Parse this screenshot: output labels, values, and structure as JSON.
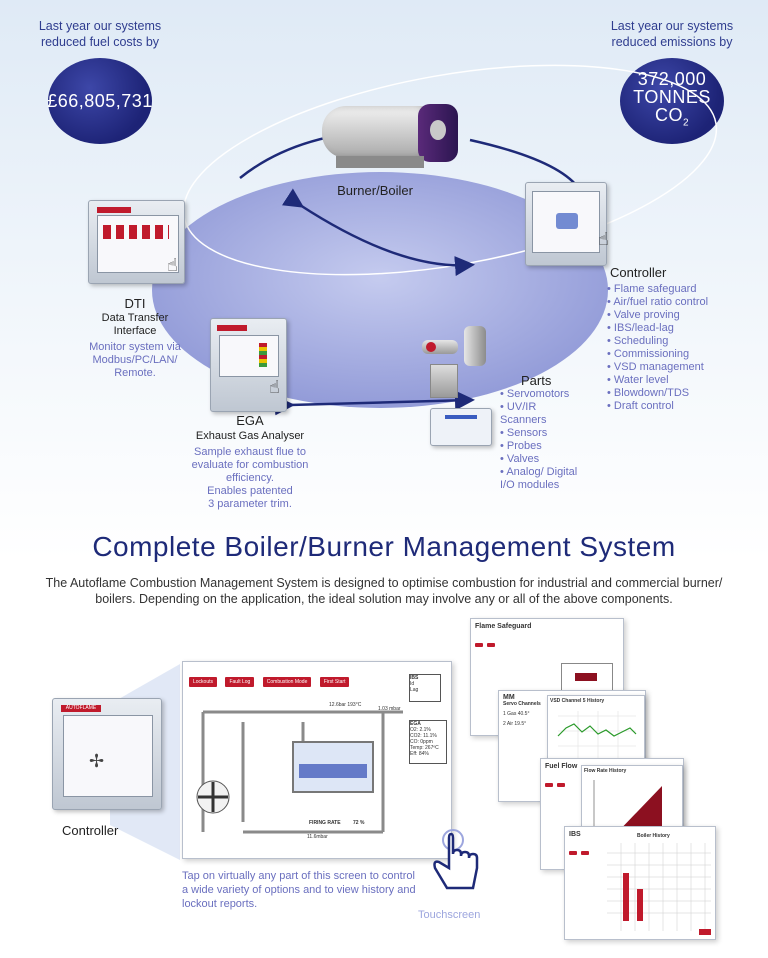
{
  "stats": {
    "left_label": "Last year our systems reduced fuel costs by",
    "left_value": "£66,805,731",
    "right_label": "Last year our systems reduced emissions by",
    "right_value_line1": "372,000",
    "right_value_line2": "TONNES",
    "right_value_line3": "CO",
    "right_value_sub": "2"
  },
  "components": {
    "burner": {
      "title": "Burner/Boiler"
    },
    "controller": {
      "title": "Controller",
      "features": [
        "Flame safeguard",
        "Air/fuel ratio control",
        "Valve proving",
        "IBS/lead-lag",
        "Scheduling",
        "Commissioning",
        "VSD management",
        "Water level",
        "Blowdown/TDS",
        "Draft control"
      ]
    },
    "dti": {
      "title": "DTI",
      "subtitle_line1": "Data Transfer",
      "subtitle_line2": "Interface",
      "desc_line1": "Monitor system via",
      "desc_line2": "Modbus/PC/LAN/",
      "desc_line3": "Remote."
    },
    "ega": {
      "title": "EGA",
      "subtitle": "Exhaust Gas Analyser",
      "desc_line1": "Sample exhaust flue to",
      "desc_line2": "evaluate for combustion",
      "desc_line3": "efficiency.",
      "desc_line4": "Enables patented",
      "desc_line5": "3 parameter trim."
    },
    "parts": {
      "title": "Parts",
      "items": [
        "Servomotors",
        "UV/IR Scanners",
        "Sensors",
        "Probes",
        "Valves",
        "Analog/ Digital I/O modules"
      ]
    }
  },
  "heading": {
    "title": "Complete Boiler/Burner Management System",
    "intro_line1": "The Autoflame Combustion Management System is designed to optimise combustion for industrial and commercial burner/",
    "intro_line2": "boilers. Depending on the application, the ideal solution may involve any or all of the above components."
  },
  "bottom": {
    "controller_label": "Controller",
    "brand": "AUTOFLAME",
    "screen_tabs": [
      "Lockouts",
      "Fault Log",
      "Combustion Mode",
      "First Start"
    ],
    "firing_rate_label": "FIRING RATE",
    "firing_rate_value": "72 %",
    "ega_labels": [
      "O2:",
      "CO2:",
      "CO:",
      "Temp:",
      "Eff:"
    ],
    "ega_values": [
      "2.1%",
      "11.1%",
      "0ppm",
      "267ºC",
      "84%"
    ],
    "ibs_label": "IBS",
    "ibs_sub1": "Id",
    "ibs_sub2": "Lag",
    "pressure_top": "1.03 mbar",
    "boiler_reading": "12.6bar 193°C",
    "gas_pressure": "11.6mbar",
    "tap_text_line1": "Tap on virtually any part of this screen to control",
    "tap_text_line2": "a wide variety of options and to view history and",
    "tap_text_line3": "lockout reports.",
    "touchscreen_label": "Touchscreen"
  },
  "screens": {
    "flame_safeguard": {
      "title": "Flame Safeguard"
    },
    "mm": {
      "title": "MM",
      "subtitle": "Servo Channels",
      "rows": [
        "1 Gas",
        "2 Air"
      ],
      "values": [
        "40.5°",
        "19.5°"
      ]
    },
    "vsd": {
      "title": "VSD Channel 5 History"
    },
    "fuel_flow": {
      "title": "Fuel Flow"
    },
    "flow_rate": {
      "title": "Flow Rate History"
    },
    "ibs": {
      "title": "IBS",
      "subtitle": "Boiler History"
    }
  },
  "colors": {
    "navy": "#1e2a78",
    "lavender": "#9da6de",
    "accent_text": "#6a6fbf",
    "brand_red": "#c01a2c"
  }
}
